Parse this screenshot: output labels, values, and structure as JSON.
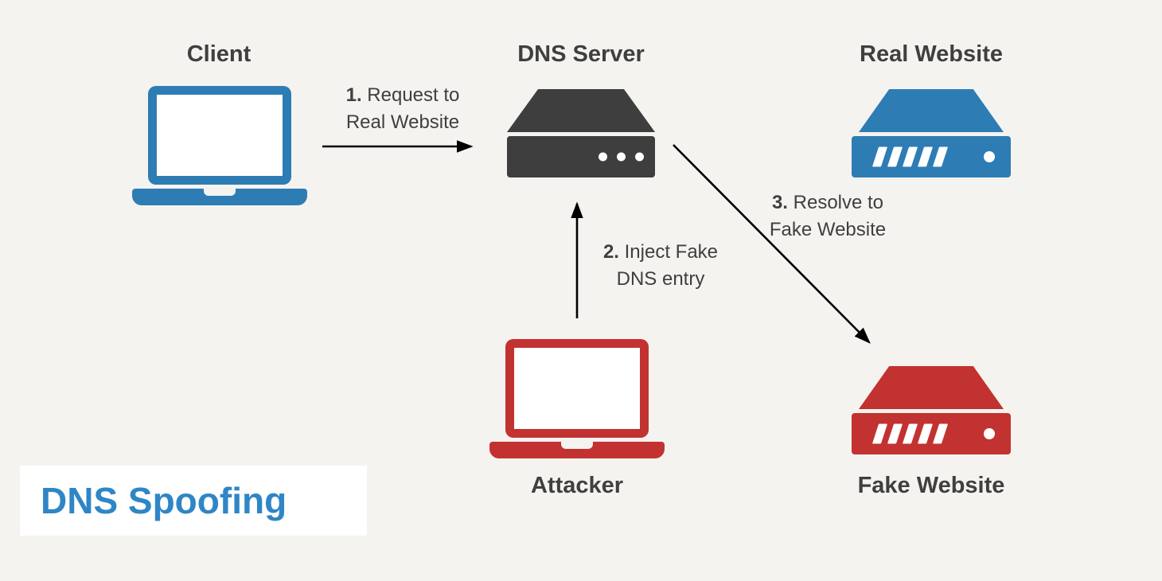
{
  "title": "DNS Spoofing",
  "colors": {
    "bg": "#f5f3f0",
    "blue": "#2d7db4",
    "red": "#c23230",
    "dark": "#3e3e3e",
    "title_blue": "#2e86c6",
    "text": "#3f3f3f",
    "arrow": "#000000"
  },
  "nodes": {
    "client": {
      "label": "Client",
      "icon": "laptop-icon"
    },
    "dns_server": {
      "label": "DNS Server",
      "icon": "server-icon"
    },
    "real_website": {
      "label": "Real Website",
      "icon": "server-icon"
    },
    "attacker": {
      "label": "Attacker",
      "icon": "laptop-icon"
    },
    "fake_website": {
      "label": "Fake Website",
      "icon": "server-icon"
    }
  },
  "arrows": {
    "step1": {
      "number": "1.",
      "text_line1": "Request to",
      "text_line2": "Real Website"
    },
    "step2": {
      "number": "2.",
      "text_line1": "Inject Fake",
      "text_line2": "DNS entry"
    },
    "step3": {
      "number": "3.",
      "text_line1": "Resolve to",
      "text_line2": "Fake Website"
    }
  }
}
